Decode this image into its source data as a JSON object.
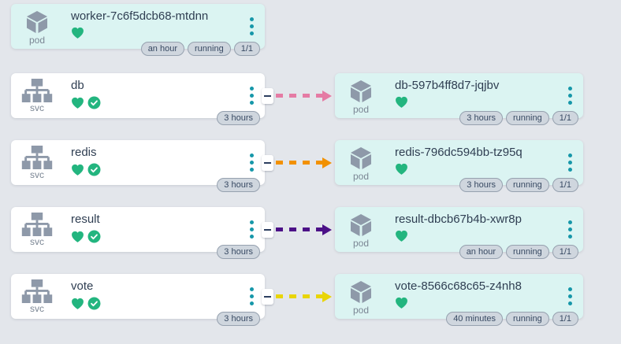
{
  "colors": {
    "page_bg": "#e3e6eb",
    "pod_card_bg": "#dbf4f2",
    "svc_card_bg": "#ffffff",
    "icon_gray": "#8e99a9",
    "kebab_teal": "#1697a9",
    "health_green": "#23b57f",
    "badge_bg": "#cfd6de",
    "badge_border": "#96a1af",
    "badge_text": "#384a63"
  },
  "icons": {
    "pod": "cube-icon",
    "svc": "hierarchy-icon",
    "healthy": "heart-icon",
    "ready": "check-circle-icon",
    "menu": "kebab-menu-icon",
    "edge": "dashed-arrow-icon"
  },
  "rows": [
    {
      "pod": {
        "kind": "pod",
        "name": "worker-7c6f5dcb68-mtdnn",
        "badges": [
          "an hour",
          "running",
          "1/1"
        ]
      }
    },
    {
      "svc": {
        "kind": "svc",
        "name": "db",
        "badges": [
          "3 hours"
        ]
      },
      "edge": {
        "color": "#e57ba4"
      },
      "pod": {
        "kind": "pod",
        "name": "db-597b4ff8d7-jqjbv",
        "badges": [
          "3 hours",
          "running",
          "1/1"
        ]
      }
    },
    {
      "svc": {
        "kind": "svc",
        "name": "redis",
        "badges": [
          "3 hours"
        ]
      },
      "edge": {
        "color": "#f29100"
      },
      "pod": {
        "kind": "pod",
        "name": "redis-796dc594bb-tz95q",
        "badges": [
          "3 hours",
          "running",
          "1/1"
        ]
      }
    },
    {
      "svc": {
        "kind": "svc",
        "name": "result",
        "badges": [
          "3 hours"
        ]
      },
      "edge": {
        "color": "#4c1087"
      },
      "pod": {
        "kind": "pod",
        "name": "result-dbcb67b4b-xwr8p",
        "badges": [
          "an hour",
          "running",
          "1/1"
        ]
      }
    },
    {
      "svc": {
        "kind": "svc",
        "name": "vote",
        "badges": [
          "3 hours"
        ]
      },
      "edge": {
        "color": "#e9d506"
      },
      "pod": {
        "kind": "pod",
        "name": "vote-8566c68c65-z4nh8",
        "badges": [
          "40 minutes",
          "running",
          "1/1"
        ]
      }
    }
  ]
}
